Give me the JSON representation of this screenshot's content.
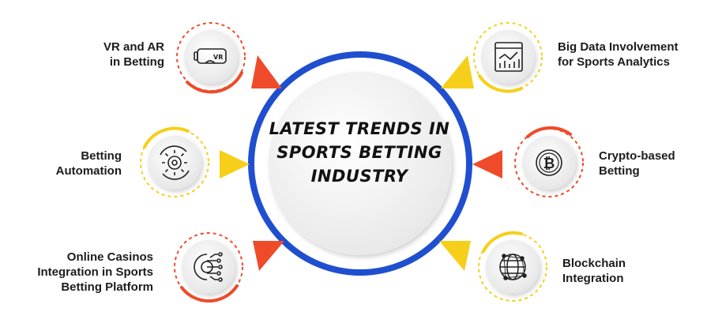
{
  "center": {
    "title_lines": [
      "LATEST TRENDS IN",
      "SPORTS BETTING",
      "INDUSTRY"
    ]
  },
  "colors": {
    "blue_ring": "#1f4fcf",
    "red": "#ef4b2a",
    "yellow": "#f6cf1a",
    "text": "#1c1c1c"
  },
  "items": [
    {
      "lines": [
        "VR and AR",
        "in Betting"
      ],
      "icon": "vr-headset-icon",
      "accent": "red"
    },
    {
      "lines": [
        "Betting",
        "Automation"
      ],
      "icon": "gear-automation-icon",
      "accent": "yellow"
    },
    {
      "lines": [
        "Online Casinos",
        "Integration in Sports",
        "Betting Platform"
      ],
      "icon": "circuit-gear-icon",
      "accent": "red"
    },
    {
      "lines": [
        "Big Data Involvement",
        "for Sports Analytics"
      ],
      "icon": "data-chart-icon",
      "accent": "yellow"
    },
    {
      "lines": [
        "Crypto-based",
        "Betting"
      ],
      "icon": "bitcoin-icon",
      "accent": "red"
    },
    {
      "lines": [
        "Blockchain",
        "Integration"
      ],
      "icon": "globe-network-icon",
      "accent": "yellow"
    }
  ]
}
